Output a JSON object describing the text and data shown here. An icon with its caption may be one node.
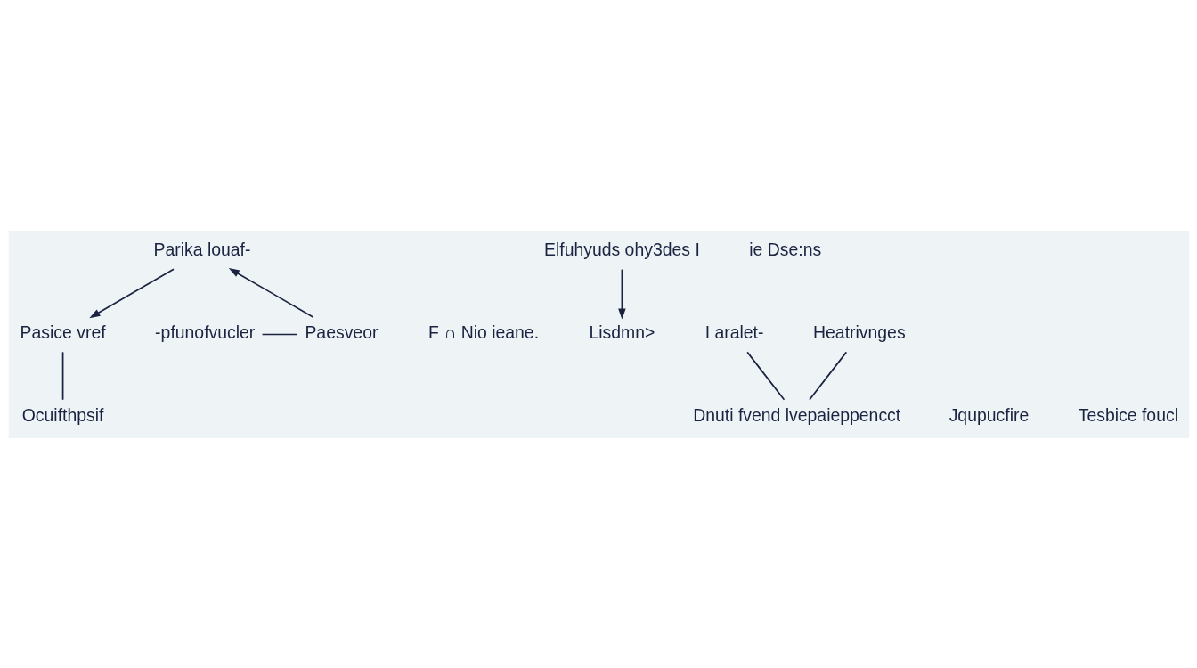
{
  "diagram": {
    "nodes": [
      {
        "text": [
          "Parika louaf-"
        ]
      },
      {
        "text": [
          "Paesveor"
        ]
      },
      {
        "text": [
          "F ∩ Nio ieane."
        ]
      },
      {
        "text": [
          "Pasice vref"
        ]
      },
      {
        "text": [
          "-pfunofvucler"
        ]
      },
      {
        "text": [
          "Elfuhyuds ohy3des I"
        ]
      },
      {
        "text": [
          "ie Dse:ns"
        ]
      },
      {
        "text": [
          "I aralet-"
        ]
      },
      {
        "text": [
          "Heatrivnges"
        ]
      },
      {
        "text": [
          "Lisdmn>"
        ]
      },
      {
        "text": [
          "Jqupucfire"
        ]
      },
      {
        "text": [
          "Dnuti fvend lvepaieppencct"
        ]
      },
      {
        "text": [
          "Tesbice foucl"
        ]
      },
      {
        "text": [
          "Ocuifthpsif"
        ]
      }
    ],
    "edges": [
      {
        "from": 1,
        "to": 0,
        "arrow": "to"
      },
      {
        "from": 0,
        "to": 3,
        "arrow": "to"
      },
      {
        "from": 4,
        "to": 1,
        "arrow": "none"
      },
      {
        "from": 5,
        "to": 9,
        "arrow": "to"
      },
      {
        "from": 7,
        "to": 11,
        "arrow": "none"
      },
      {
        "from": 8,
        "to": 11,
        "arrow": "none"
      },
      {
        "from": 3,
        "to": 13,
        "arrow": "none"
      }
    ]
  }
}
